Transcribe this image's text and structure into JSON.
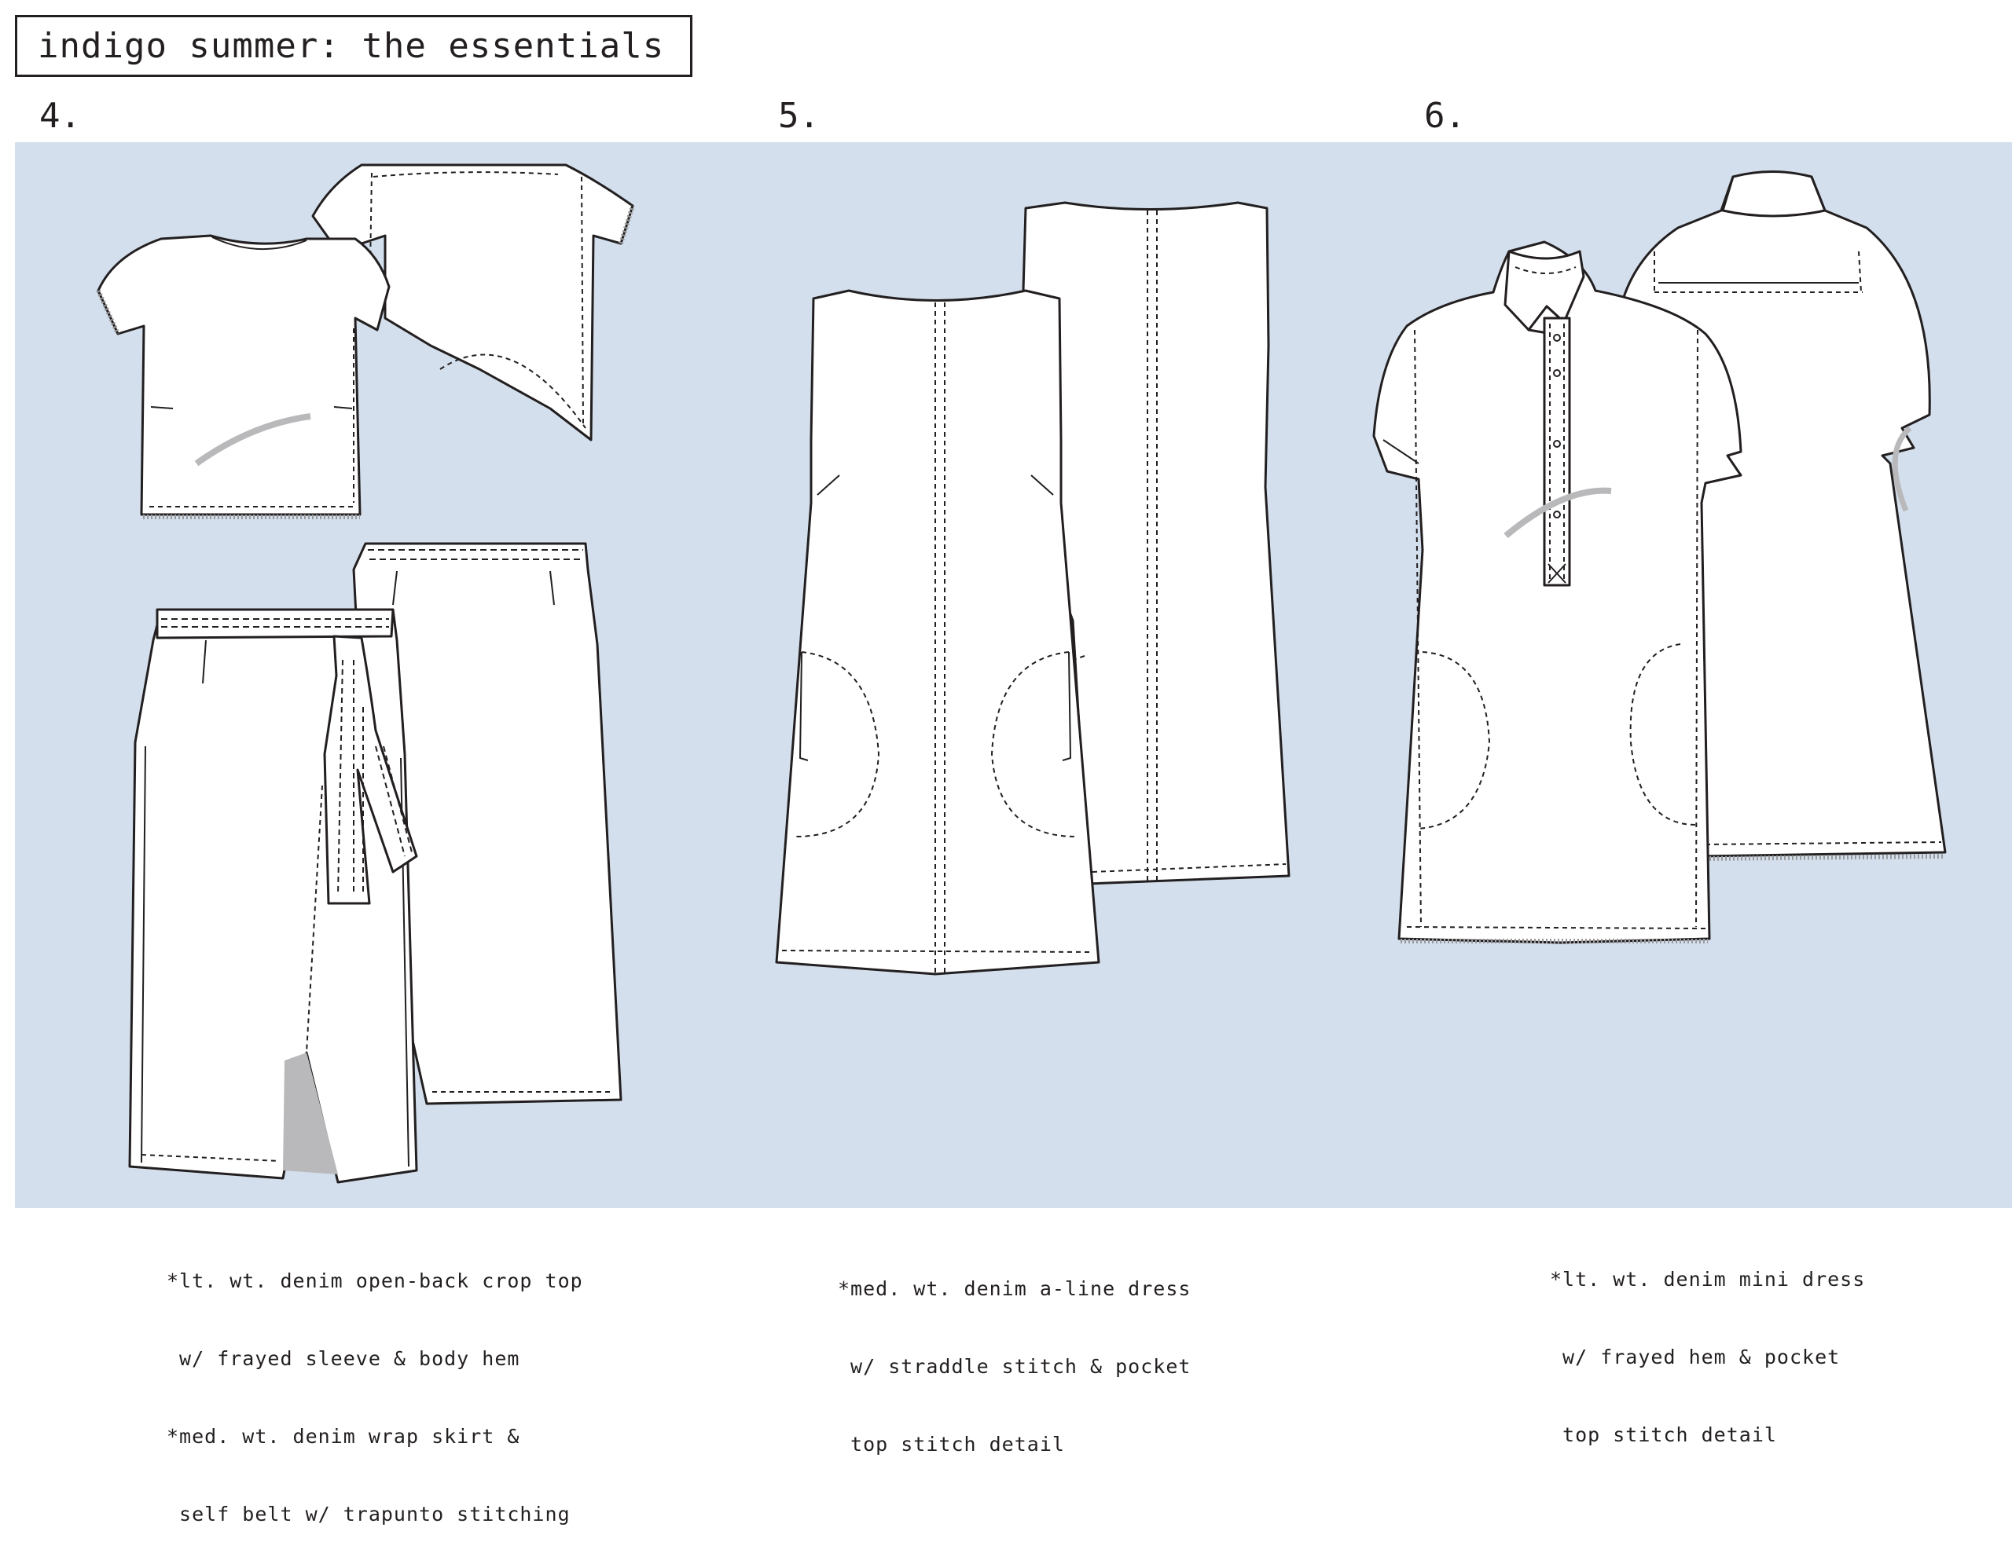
{
  "title": "indigo summer: the essentials",
  "looks": [
    {
      "number": "4.",
      "caption": [
        "*lt. wt. denim open-back crop top",
        " w/ frayed sleeve & body hem",
        "*med. wt. denim wrap skirt &",
        " self belt w/ trapunto stitching"
      ]
    },
    {
      "number": "5.",
      "caption": [
        "*med. wt. denim a-line dress",
        " w/ straddle stitch & pocket",
        " top stitch detail"
      ]
    },
    {
      "number": "6.",
      "caption": [
        "*lt. wt. denim mini dress",
        " w/ frayed hem & pocket",
        " top stitch detail"
      ]
    }
  ],
  "colors": {
    "panel": "#d3dfec",
    "ink": "#231f20",
    "garment": "#ffffff",
    "shadow": "#b9b9bb"
  }
}
